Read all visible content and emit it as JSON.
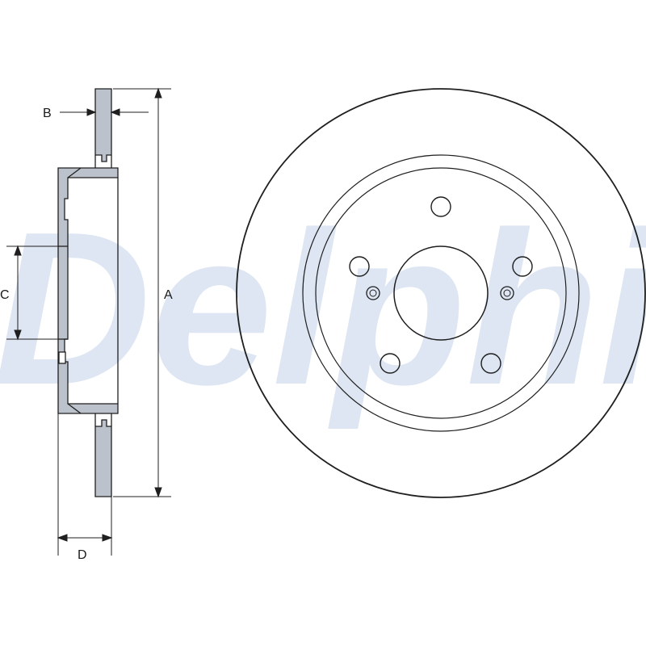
{
  "watermark": {
    "text": "Delphi",
    "color": "#dde6f2"
  },
  "colors": {
    "line": "#1f1f1f",
    "section_fill": "#bcc2cc",
    "face_fill": "#ffffff"
  },
  "dimensions": {
    "a": "A",
    "b": "B",
    "c": "C",
    "d": "D"
  },
  "disc_front": {
    "bolt_holes": 5,
    "locating_pins": 2
  }
}
